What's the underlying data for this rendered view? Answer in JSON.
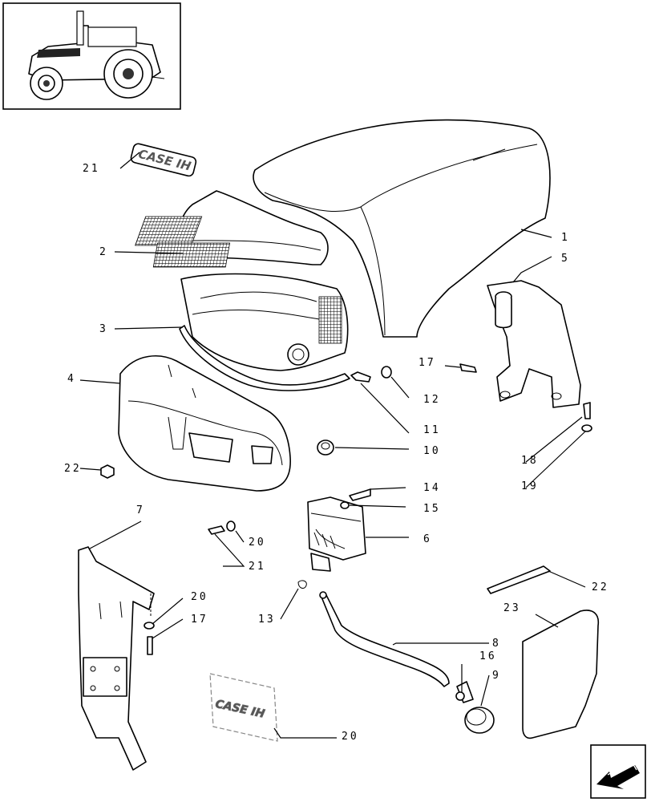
{
  "callouts": [
    {
      "id": "c1",
      "text": "1"
    },
    {
      "id": "c2",
      "text": "2"
    },
    {
      "id": "c3",
      "text": "3"
    },
    {
      "id": "c4",
      "text": "4"
    },
    {
      "id": "c5",
      "text": "5"
    },
    {
      "id": "c6",
      "text": "6"
    },
    {
      "id": "c7",
      "text": "7"
    },
    {
      "id": "c8",
      "text": "8"
    },
    {
      "id": "c9",
      "text": "9"
    },
    {
      "id": "c10",
      "text": "10"
    },
    {
      "id": "c11",
      "text": "11"
    },
    {
      "id": "c12",
      "text": "12"
    },
    {
      "id": "c13",
      "text": "13"
    },
    {
      "id": "c14",
      "text": "14"
    },
    {
      "id": "c15",
      "text": "15"
    },
    {
      "id": "c16",
      "text": "16"
    },
    {
      "id": "c17a",
      "text": "17"
    },
    {
      "id": "c17b",
      "text": "17"
    },
    {
      "id": "c18",
      "text": "18"
    },
    {
      "id": "c19",
      "text": "19"
    },
    {
      "id": "c20a",
      "text": "20"
    },
    {
      "id": "c20b",
      "text": "20"
    },
    {
      "id": "c20c",
      "text": "20"
    },
    {
      "id": "c21a",
      "text": "21"
    },
    {
      "id": "c21b",
      "text": "21"
    },
    {
      "id": "c22a",
      "text": "22"
    },
    {
      "id": "c22b",
      "text": "22"
    },
    {
      "id": "c23",
      "text": "23"
    }
  ],
  "logos": {
    "badge_text": "CASE IH",
    "decal_text": "CASE IH"
  },
  "icons": {
    "thumbnail": "tractor-thumbnail-icon",
    "navigation": "arrow-down-left-icon"
  }
}
